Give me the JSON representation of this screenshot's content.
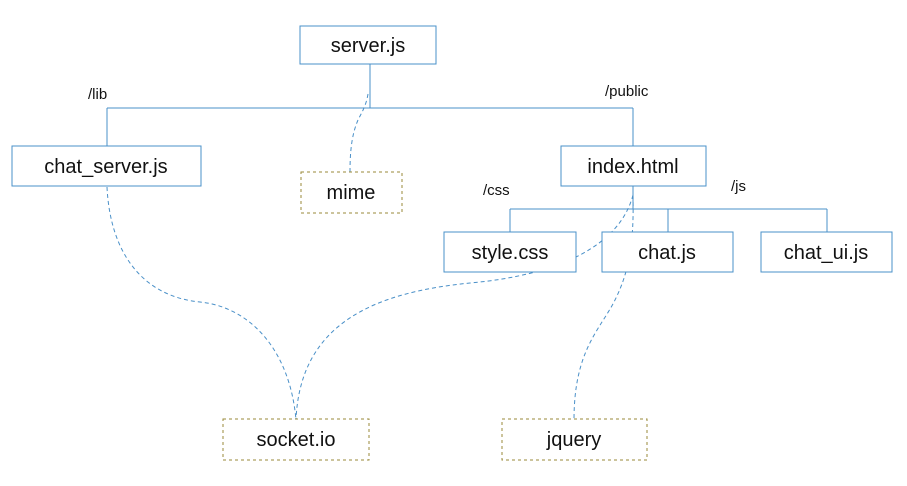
{
  "nodes": {
    "server": "server.js",
    "chat_server": "chat_server.js",
    "mime": "mime",
    "index": "index.html",
    "style": "style.css",
    "chat": "chat.js",
    "chat_ui": "chat_ui.js",
    "socket": "socket.io",
    "jquery": "jquery"
  },
  "path_labels": {
    "lib": "/lib",
    "public": "/public",
    "css": "/css",
    "js": "/js"
  }
}
